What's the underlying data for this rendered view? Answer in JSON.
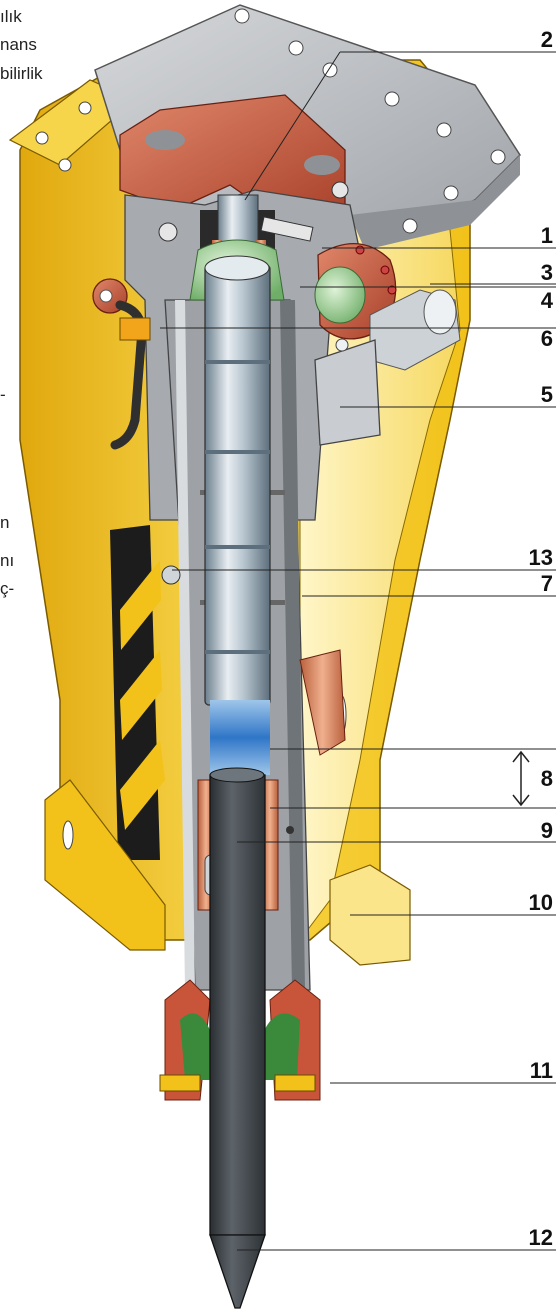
{
  "text_fragments": [
    "ılık",
    "nans",
    "bilirlik",
    "-",
    "n",
    "nı",
    "ç-"
  ],
  "callouts": [
    "2",
    "1",
    "3",
    "4",
    "6",
    "5",
    "13",
    "7",
    "8",
    "9",
    "10",
    "11",
    "12"
  ],
  "colors": {
    "housing_yellow": "#f2c21a",
    "housing_shadow": "#c79a0a",
    "top_plate_grey": "#b9bcc0",
    "valve_red": "#c8553a",
    "steel_blue": "#8fa6b4",
    "tool_dark": "#3d4247",
    "accent_green": "#7ec27a"
  }
}
